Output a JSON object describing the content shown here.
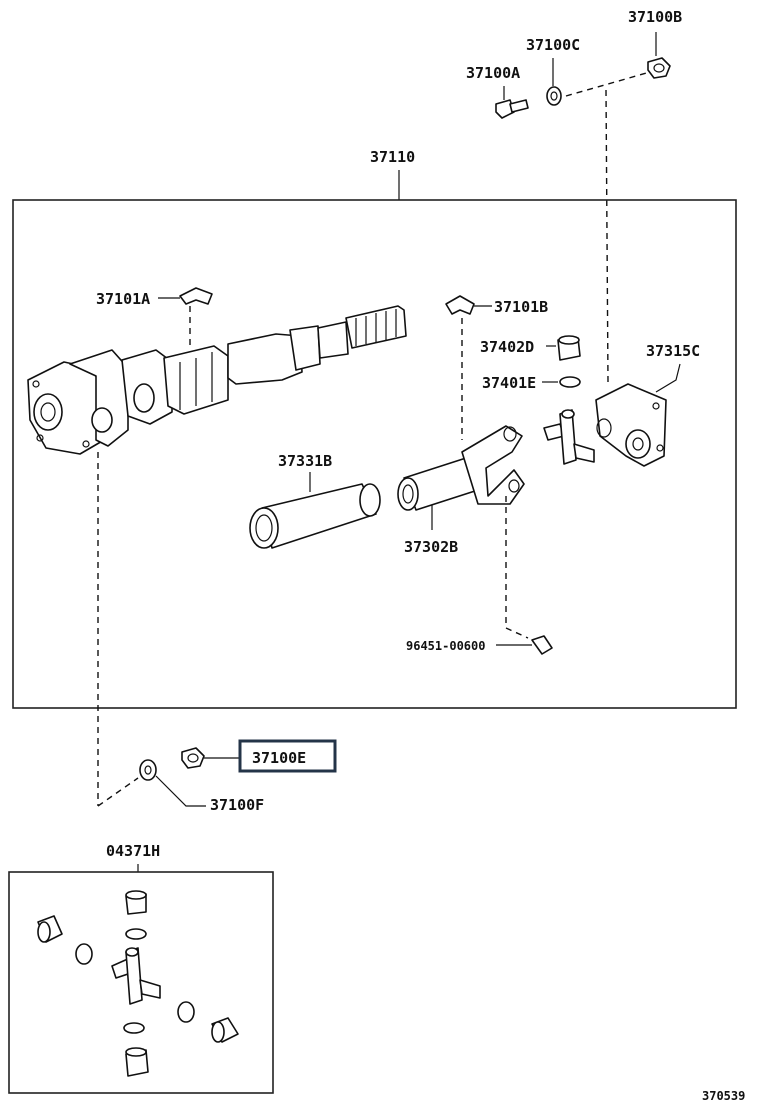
{
  "diagram": {
    "labels": {
      "p37100B": "37100B",
      "p37100C": "37100C",
      "p37100A": "37100A",
      "p37110": "37110",
      "p37101A": "37101A",
      "p37101B": "37101B",
      "p37402D": "37402D",
      "p37401E": "37401E",
      "p37315C": "37315C",
      "p37331B": "37331B",
      "p37302B": "37302B",
      "p96451": "96451-00600",
      "p37100E": "37100E",
      "p37100F": "37100F",
      "p04371H": "04371H",
      "ref": "370539"
    },
    "highlighted_part": "37100E",
    "highlight_color": "#243448"
  }
}
